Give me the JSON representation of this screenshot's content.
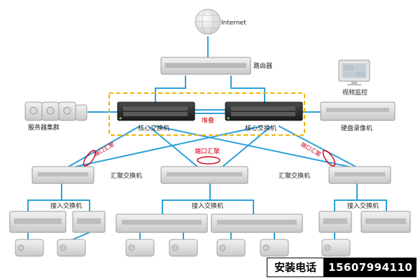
{
  "labels": {
    "internet": "Internet",
    "router": "路由器",
    "video": "视频监控",
    "server": "服务器集群",
    "core": "核心交换机",
    "stack": "堆叠",
    "nvr": "硬盘录像机",
    "agg": "汇聚交换机",
    "port_agg": "端口汇聚",
    "access": "接入交换机"
  },
  "hotline": {
    "label": "安装电话",
    "number": "15607994110"
  },
  "colors": {
    "link": "#2aa0d8",
    "core_link": "#2aa0d8",
    "dashed_box": "#f0b400",
    "red": "#d0021b",
    "device_light": "#d8d8d8",
    "device_dark": "#2a2a2a"
  }
}
